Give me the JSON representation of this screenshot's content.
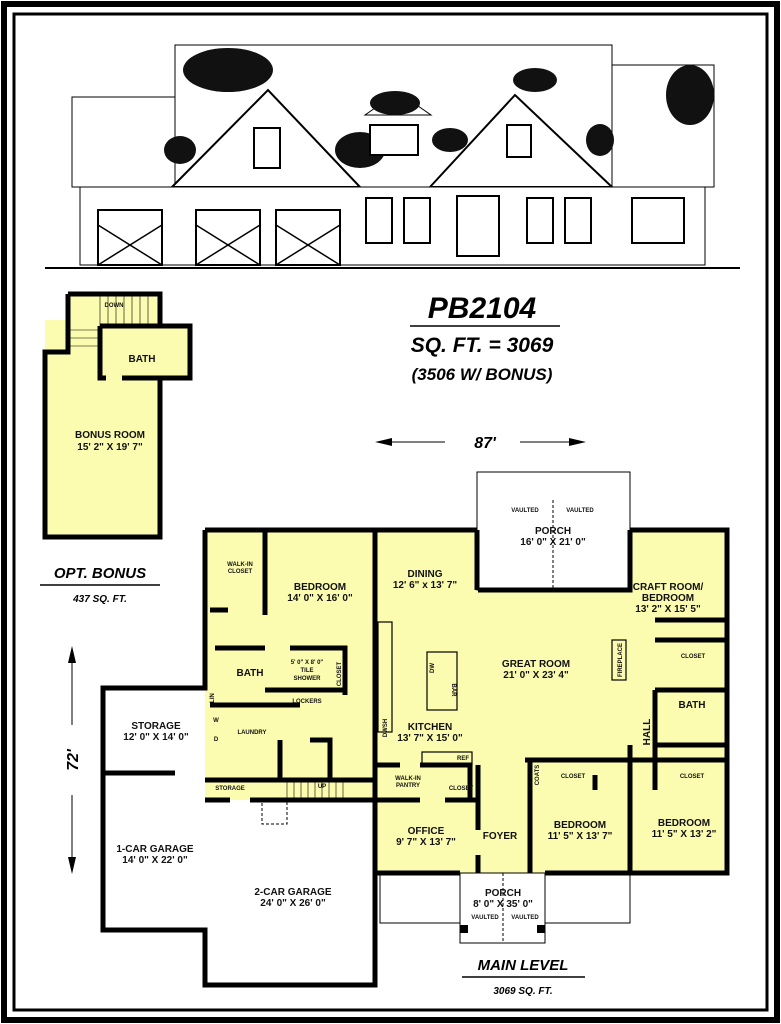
{
  "plan_number": "PB2104",
  "sqft_line": "SQ. FT. = 3069",
  "bonus_line": "(3506 W/ BONUS)",
  "width_dim": "87'",
  "depth_dim": "72'",
  "opt_bonus": {
    "title": "OPT. BONUS",
    "sqft": "437 SQ. FT."
  },
  "main_level": {
    "title": "MAIN LEVEL",
    "sqft": "3069 SQ. FT."
  },
  "fill_color": "#fcfcb0",
  "rooms": {
    "bonus": {
      "name": "BONUS ROOM",
      "dims": "15' 2\" X 19' 7\""
    },
    "bonus_bath": {
      "name": "BATH"
    },
    "bedroom_master": {
      "name": "BEDROOM",
      "dims": "14' 0\" X 16' 0\""
    },
    "dining": {
      "name": "DINING",
      "dims": "12' 6\" x 13' 7\""
    },
    "rear_porch": {
      "name": "PORCH",
      "dims": "16' 0\" X 21' 0\""
    },
    "craft": {
      "name": "CRAFT ROOM/",
      "name2": "BEDROOM",
      "dims": "13' 2\" X 15' 5\""
    },
    "great_room": {
      "name": "GREAT ROOM",
      "dims": "21' 0\" X 23' 4\""
    },
    "kitchen": {
      "name": "KITCHEN",
      "dims": "13' 7\" X 15' 0\""
    },
    "master_bath": {
      "name": "BATH"
    },
    "hall_bath": {
      "name": "BATH"
    },
    "hall": {
      "name": "HALL"
    },
    "storage_large": {
      "name": "STORAGE",
      "dims": "12' 0\" X 14' 0\""
    },
    "garage_1": {
      "name": "1-CAR GARAGE",
      "dims": "14' 0\" X 22' 0\""
    },
    "garage_2": {
      "name": "2-CAR GARAGE",
      "dims": "24' 0\" X 26' 0\""
    },
    "office": {
      "name": "OFFICE",
      "dims": "9' 7\" X 13' 7\""
    },
    "foyer": {
      "name": "FOYER"
    },
    "bedroom_2": {
      "name": "BEDROOM",
      "dims": "11' 5\" X 13' 7\""
    },
    "bedroom_3": {
      "name": "BEDROOM",
      "dims": "11' 5\" X 13' 2\""
    },
    "front_porch": {
      "name": "PORCH",
      "dims": "8' 0\" X 35' 0\""
    }
  },
  "fixtures": {
    "walk_in_closet": "WALK-IN",
    "walk_in_closet2": "CLOSET",
    "shower1": "5' 0\" X 8' 0\"",
    "shower2": "TILE",
    "shower3": "SHOWER",
    "closet": "CLOSET",
    "lockers": "LOCKERS",
    "laundry": "LAUNDRY",
    "washer": "W",
    "dryer": "D",
    "lin": "LIN",
    "storage_small": "STORAGE",
    "up": "UP",
    "down": "DOWN",
    "pantry1": "WALK-IN",
    "pantry2": "PANTRY",
    "ref": "REF",
    "dw": "DW",
    "bar": "BAR",
    "dwsh": "DWSH",
    "fireplace": "FIREPLACE",
    "coats": "COATS",
    "vaulted": "VAULTED"
  }
}
